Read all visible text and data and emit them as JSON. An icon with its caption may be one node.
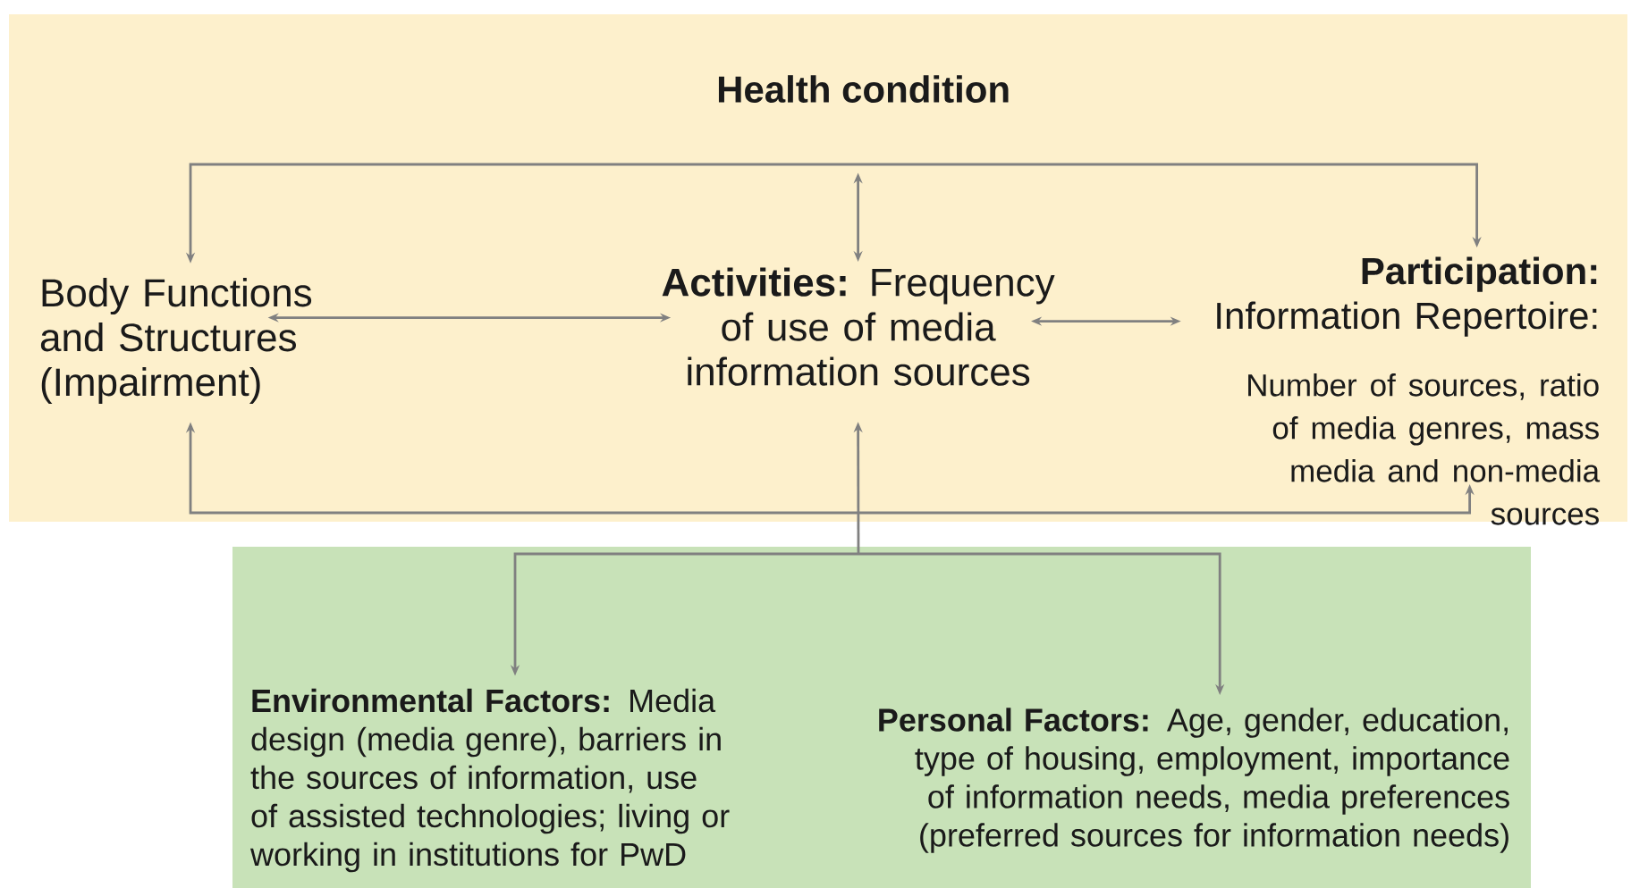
{
  "diagram": {
    "nodes": [
      {
        "text": [],
        "shape": "box"
      },
      {
        "text": [
          "Health condition"
        ],
        "in": 0
      },
      {
        "text": [
          "Body Functions and Structures (Impairment)"
        ],
        "in": 0
      },
      {
        "text": [
          "**Activities:** Frequency of use of media information sources"
        ],
        "in": 0
      },
      {
        "text": [
          "Participation:",
          "Information Repertoire:",
          "Number of sources, ratio of media genres, mass media and non-media sources"
        ],
        "in": 0
      },
      {
        "text": [],
        "shape": "box"
      },
      {
        "text": [
          "**Environmental Factors:** Media design (media genre), barriers in the sources of information, use of assisted technologies; living or working in institutions for PwD"
        ],
        "in": 5
      },
      {
        "text": [
          "**Personal Factors:** Age, gender, education, type of housing, employment, importance of information needs, media preferences (preferred sources for information needs)"
        ],
        "in": 5
      }
    ],
    "edges": [
      {
        "from": 1,
        "to": 3,
        "arrow": "both"
      },
      {
        "from": 2,
        "to": 3,
        "arrow": "both"
      },
      {
        "from": 3,
        "to": 4,
        "arrow": "both"
      },
      {
        "from": 2,
        "to": 4,
        "arrow": "both"
      },
      {
        "from": 6,
        "to": 3,
        "arrow": "both"
      },
      {
        "from": 6,
        "to": 2,
        "arrow": "both"
      },
      {
        "from": 6,
        "to": 4,
        "arrow": "both"
      },
      {
        "from": 7,
        "to": 3,
        "arrow": "both"
      },
      {
        "from": 7,
        "to": 2,
        "arrow": "both"
      },
      {
        "from": 7,
        "to": 4,
        "arrow": "both"
      }
    ]
  }
}
